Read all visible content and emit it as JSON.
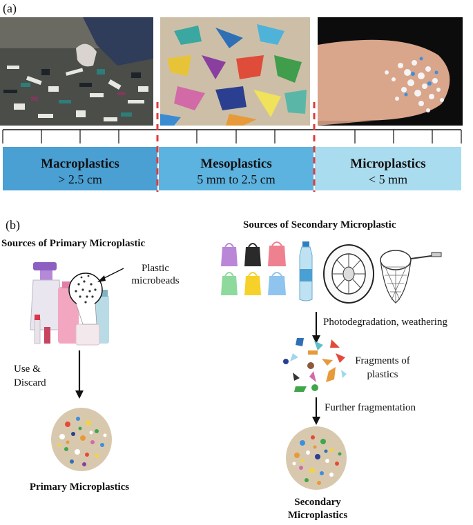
{
  "panel_a": {
    "label": "(a)",
    "categories": [
      {
        "name": "Macroplastics",
        "range": "> 2.5 cm",
        "color": "#4a9fd3"
      },
      {
        "name": "Mesoplastics",
        "range": "5 mm to 2.5 cm",
        "color": "#5cb3e0"
      },
      {
        "name": "Microplastics",
        "range": "< 5 mm",
        "color": "#a9dcef"
      }
    ],
    "divider_color": "#e03a3a"
  },
  "panel_b": {
    "label": "(b)",
    "primary": {
      "title": "Sources of Primary Microplastic",
      "bead_label": "Plastic microbeads",
      "step": "Use & Discard",
      "result": "Primary Microplastics"
    },
    "secondary": {
      "title": "Sources of Secondary Microplastic",
      "step1": "Photodegradation, weathering",
      "fragments": "Fragments of plastics",
      "step2": "Further fragmentation",
      "result": "Secondary Microplastics"
    }
  }
}
